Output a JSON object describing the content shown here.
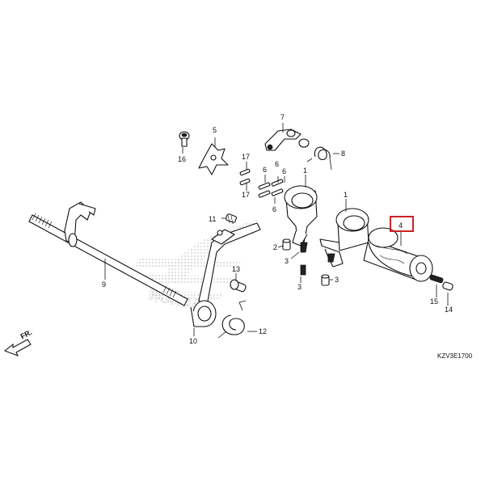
{
  "diagram": {
    "code": "KZV3E1700",
    "direction_label": "FR.",
    "watermark": "HONDA",
    "highlight_color": "#cc2222",
    "highlighted_callout": "4",
    "callouts": {
      "c1a": "1",
      "c1b": "1",
      "c2": "2",
      "c3a": "3",
      "c3b": "3",
      "c3c": "3",
      "c4": "4",
      "c5": "5",
      "c6a": "6",
      "c6b": "6",
      "c6c": "6",
      "c6d": "6",
      "c7": "7",
      "c8": "8",
      "c9": "9",
      "c10": "10",
      "c11": "11",
      "c12": "12",
      "c13": "13",
      "c14": "14",
      "c15": "15",
      "c16": "16",
      "c17a": "17",
      "c17b": "17"
    }
  }
}
